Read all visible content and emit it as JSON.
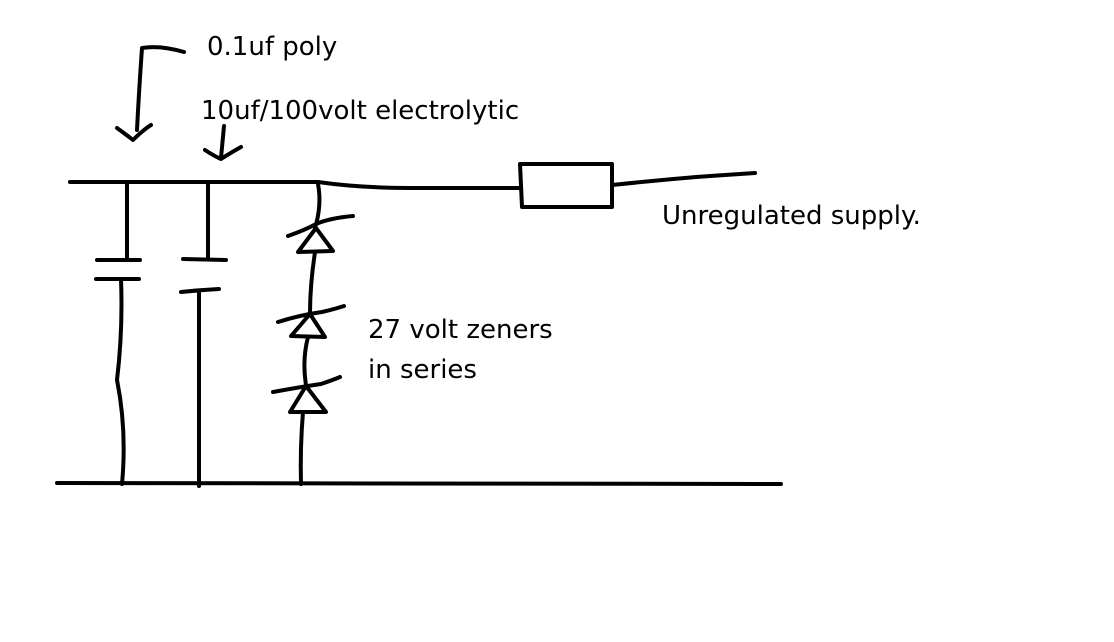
{
  "labels": {
    "poly_cap": "0.1uf poly",
    "electrolytic_cap": "10uf/100volt electrolytic",
    "supply": "Unregulated supply.",
    "zeners_line1": "27 volt zeners",
    "zeners_line2": "in series"
  },
  "style": {
    "ink": "#000000",
    "background": "#ffffff"
  }
}
